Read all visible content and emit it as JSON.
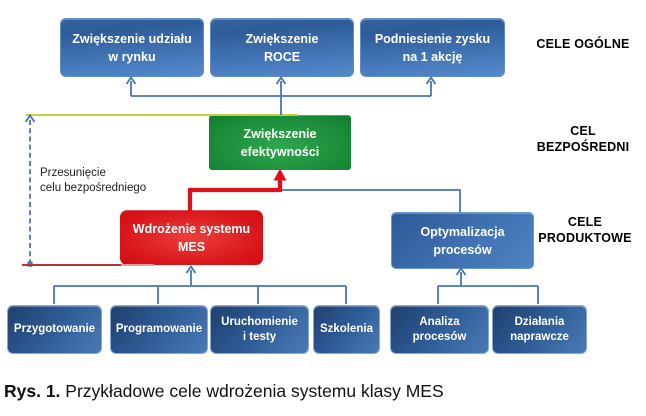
{
  "colors": {
    "connector_blue": "#4576b8",
    "connector_red": "#e2101b",
    "baseline_yellow": "#c6ce3e",
    "baseline_dark_red": "#b23535",
    "box_blue": "#4a7ec0",
    "box_navy": "#2e5b95",
    "box_green": "#1a8a39",
    "box_red": "#d8141a"
  },
  "labels": {
    "general": {
      "line1": "CELE OGÓLNE"
    },
    "direct": {
      "line1": "CEL",
      "line2": "BEZPOŚREDNI"
    },
    "product": {
      "line1": "CELE",
      "line2": "PRODUKTOWE"
    }
  },
  "boxes": {
    "general": [
      {
        "line1": "Zwiększenie udziału",
        "line2": "w rynku"
      },
      {
        "line1": "Zwiększenie",
        "line2": "ROCE"
      },
      {
        "line1": "Podniesienie zysku",
        "line2": "na 1 akcję"
      }
    ],
    "direct": {
      "line1": "Zwiększenie",
      "line2": "efektywności"
    },
    "product_mes": {
      "line1": "Wdrożenie systemu",
      "line2": "MES"
    },
    "product_opt": {
      "line1": "Optymalizacja",
      "line2": "procesów"
    },
    "tasks": [
      {
        "line1": "Przygotowanie"
      },
      {
        "line1": "Programowanie"
      },
      {
        "line1": "Uruchomienie",
        "line2": "i testy"
      },
      {
        "line1": "Szkolenia"
      },
      {
        "line1": "Analiza",
        "line2": "procesów"
      },
      {
        "line1": "Działania",
        "line2": "naprawcze"
      }
    ]
  },
  "annotation": {
    "line1": "Przesunięcie",
    "line2": "celu bezpośredniego"
  },
  "caption": {
    "prefix": "Rys. 1.",
    "text": " Przykładowe cele wdrożenia systemu klasy MES"
  }
}
